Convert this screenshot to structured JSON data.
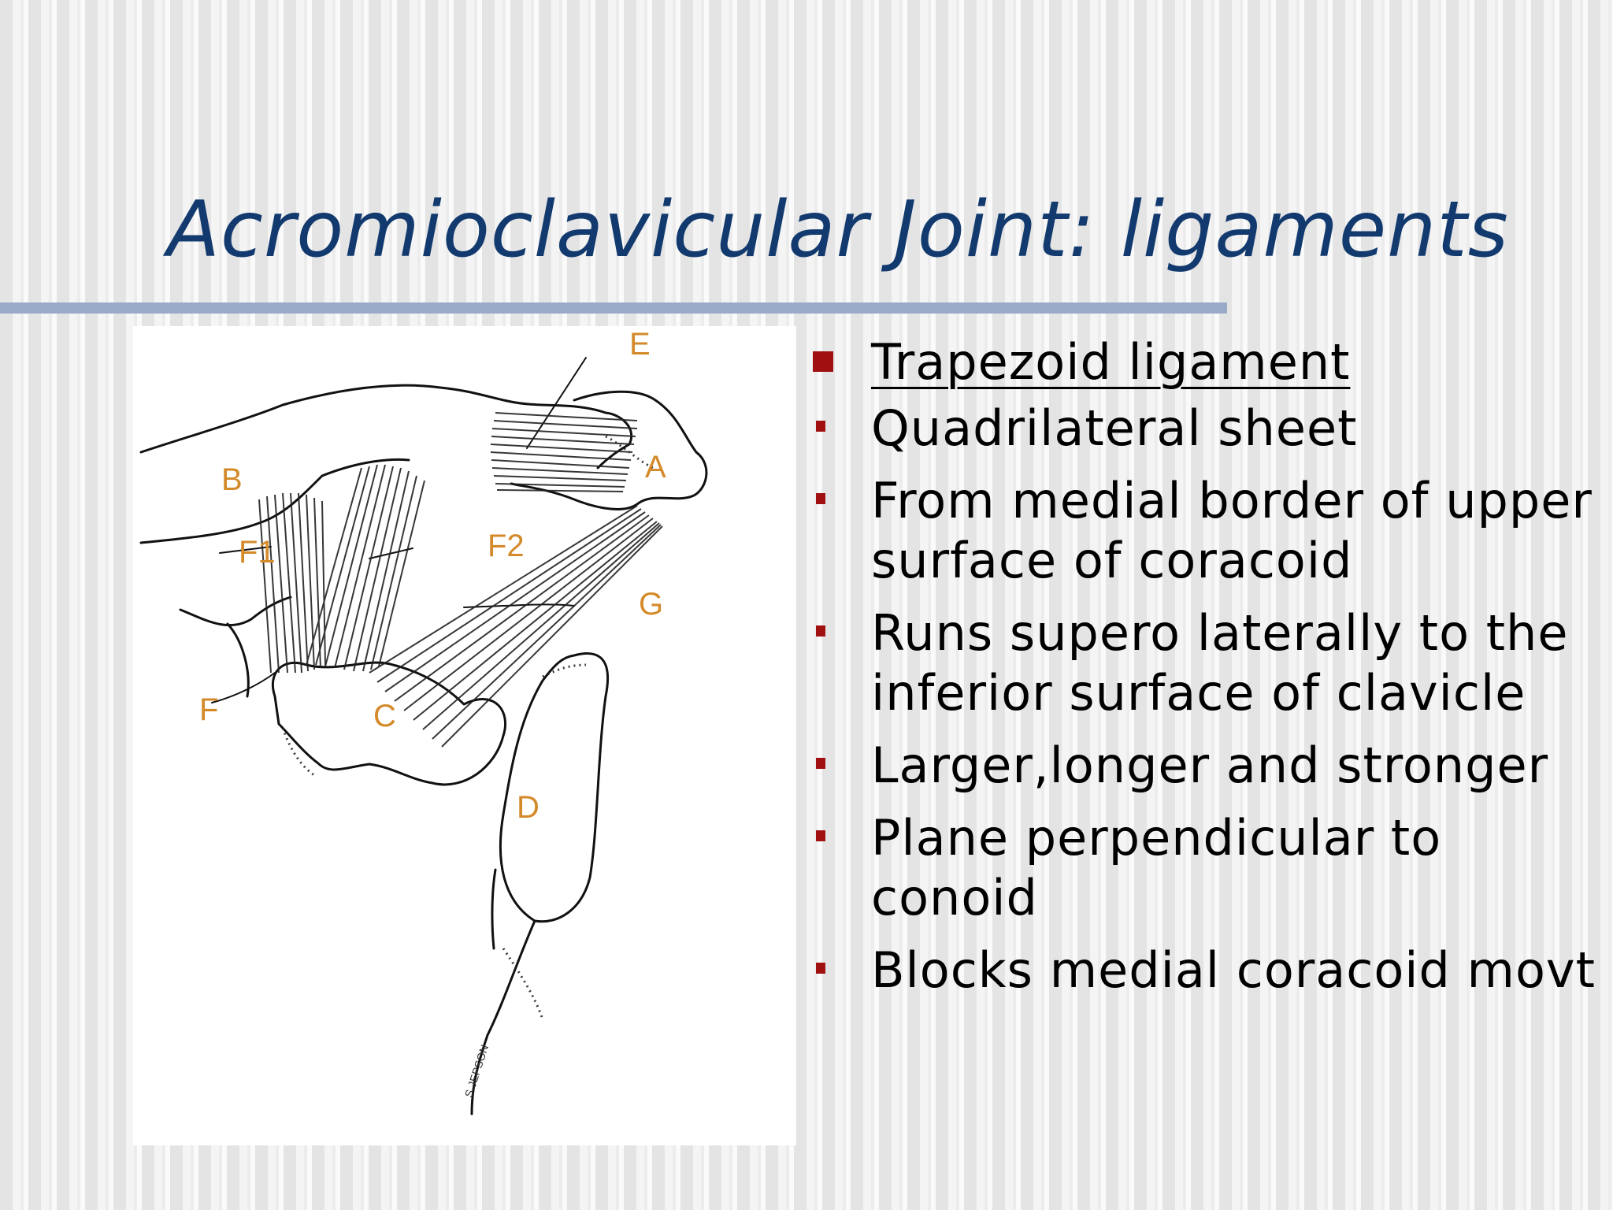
{
  "slide": {
    "title": "Acromioclavicular Joint: ligaments",
    "accent_color": "#a01010",
    "title_color": "#123a6e"
  },
  "figure": {
    "labels": {
      "A": "A",
      "B": "B",
      "C": "C",
      "D": "D",
      "E": "E",
      "F": "F",
      "F1": "F1",
      "F2": "F2",
      "G": "G"
    },
    "credit": "S.JEPSON"
  },
  "bullets": {
    "heading": "Trapezoid ligament",
    "items": [
      "Quadrilateral sheet",
      "From medial border of upper surface of coracoid",
      "Runs supero laterally to the inferior surface of clavicle",
      "Larger,longer and stronger",
      "Plane perpendicular to conoid",
      "Blocks medial coracoid movt"
    ]
  }
}
